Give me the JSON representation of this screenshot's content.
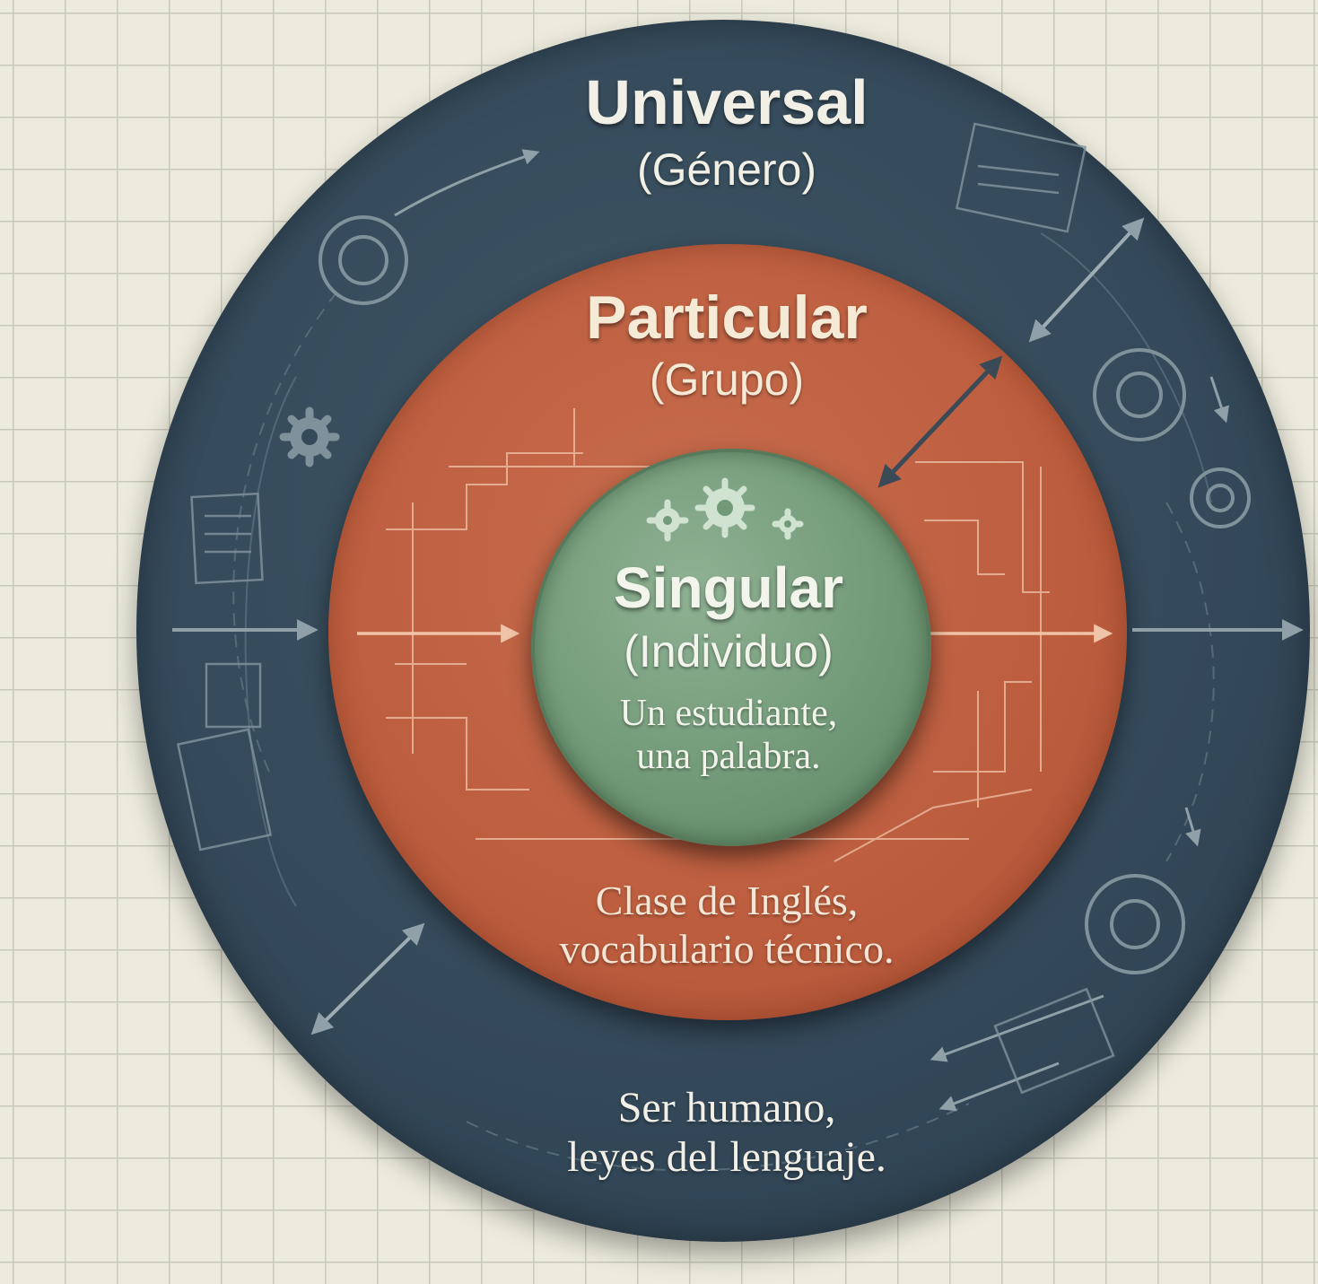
{
  "diagram": {
    "outer": {
      "title": "Universal",
      "subtitle": "(Género)",
      "example_line1": "Ser humano,",
      "example_line2": "leyes del lenguaje."
    },
    "middle": {
      "title": "Particular",
      "subtitle": "(Grupo)",
      "example_line1": "Clase de Inglés,",
      "example_line2": "vocabulario técnico."
    },
    "inner": {
      "title": "Singular",
      "subtitle": "(Individuo)",
      "example_line1": "Un estudiante,",
      "example_line2": "una palabra."
    }
  },
  "colors": {
    "background": "#ecebdd",
    "grid": "#c9c9b9",
    "outer_ring": "#34495a",
    "middle_ring": "#bc5d3e",
    "inner_ring": "#729a78",
    "outer_text": "#f2f0e6",
    "middle_title": "#f5ead6",
    "middle_text": "#f3e6d6"
  },
  "icons": [
    "gear-icon",
    "double-arrow-icon",
    "arrow-icon",
    "blueprint-sketch"
  ]
}
